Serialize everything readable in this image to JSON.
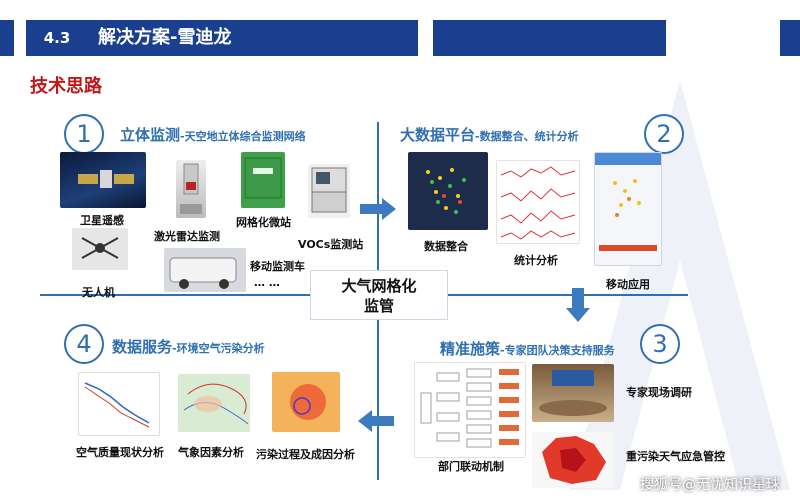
{
  "header": {
    "section_number": "4.3",
    "title": "解决方案-雪迪龙"
  },
  "subtitle": "技术思路",
  "center": {
    "line1": "大气网格化",
    "line2": "监管"
  },
  "quadrants": {
    "q1": {
      "number": "1",
      "title": "立体监测",
      "subtitle": "-天空地立体综合监测网络",
      "labels": [
        "卫星遥感",
        "激光雷达监测",
        "网格化微站",
        "VOCs监测站",
        "无人机",
        "移动监测车",
        "… …"
      ]
    },
    "q2": {
      "number": "2",
      "title": "大数据平台",
      "subtitle": "-数据整合、统计分析",
      "labels": [
        "数据整合",
        "统计分析",
        "移动应用"
      ]
    },
    "q3": {
      "number": "3",
      "title": "精准施策",
      "subtitle": "-专家团队决策支持服务",
      "labels": [
        "专家现场调研",
        "重污染天气应急管控",
        "部门联动机制"
      ]
    },
    "q4": {
      "number": "4",
      "title": "数据服务",
      "subtitle": "-环境空气污染分析",
      "labels": [
        "空气质量现状分析",
        "气象因素分析",
        "污染过程及成因分析"
      ]
    }
  },
  "watermark": "搜狐号@无忧知识星球",
  "colors": {
    "brand_blue": "#1a3f8f",
    "accent_blue": "#2f6fb2",
    "red": "#c0171b"
  }
}
